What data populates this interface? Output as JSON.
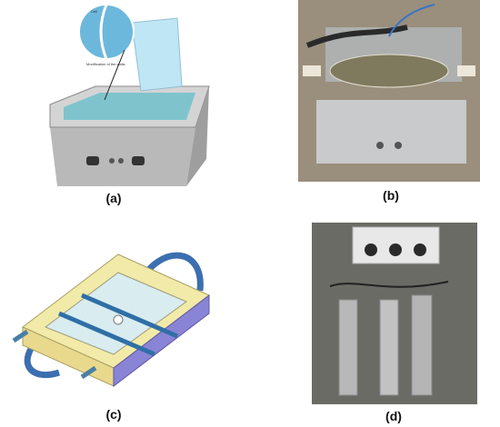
{
  "figure": {
    "captions": {
      "a": "(a)",
      "b": "(b)",
      "c": "(c)",
      "d": "(d)"
    },
    "panel_a": {
      "zoom_label_cell": "Cell",
      "zoom_label_wall": "Modification of the walls"
    },
    "colors": {
      "bath_body": "#c8c8c8",
      "bath_water": "#7fc4cc",
      "bag": "#bfe6f4",
      "reactor_frame": "#f2eaa8",
      "reactor_side": "#8a84d6",
      "tube_blue": "#3c6fb0",
      "panel_b_bg": "#9a8f7d",
      "panel_d_bg": "#6b6b66"
    }
  }
}
